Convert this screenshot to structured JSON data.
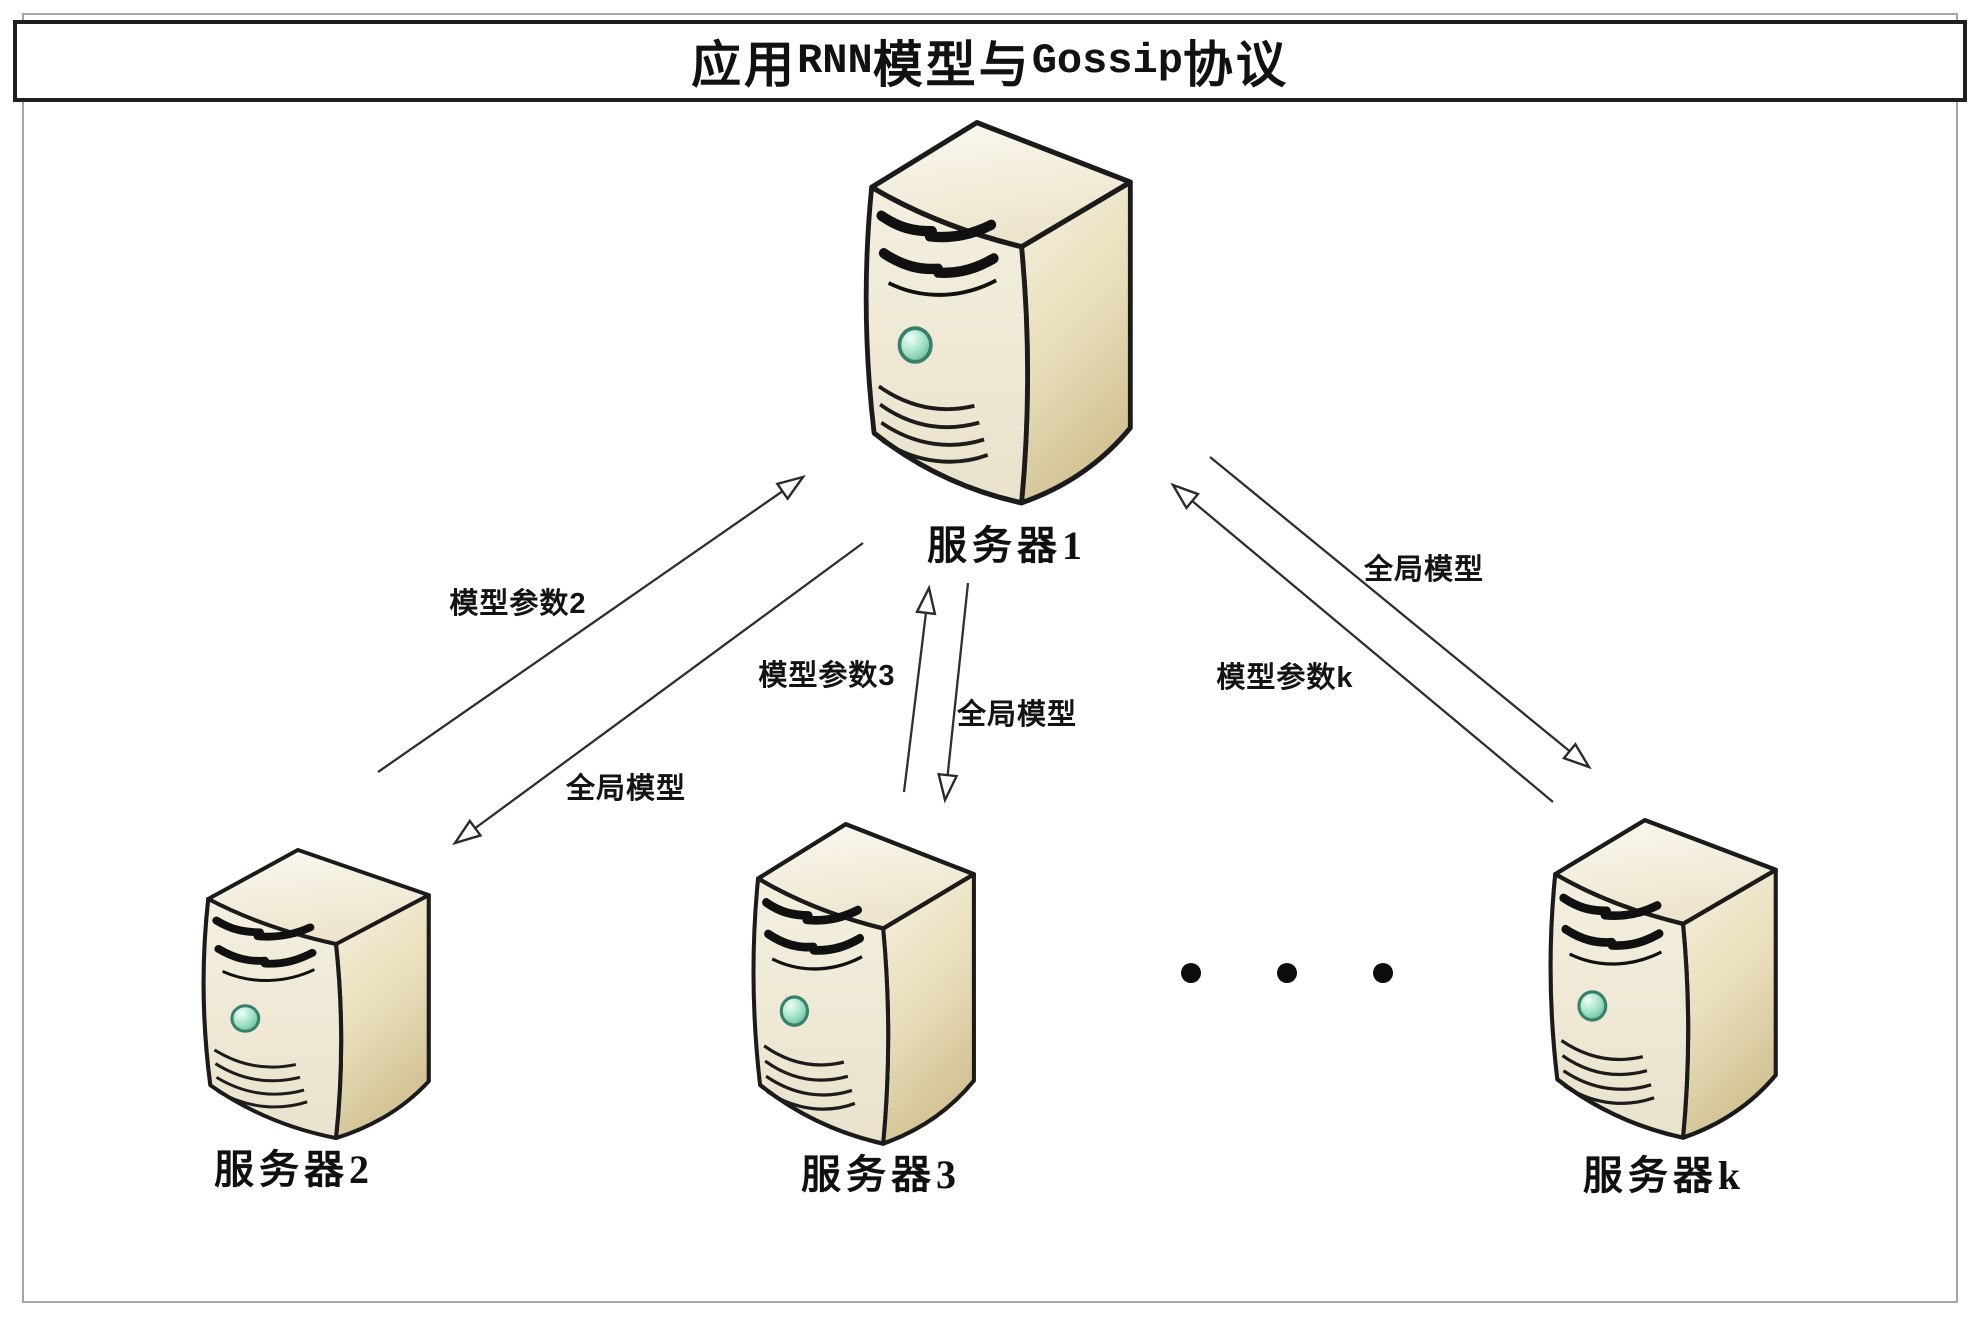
{
  "title": {
    "full": "应用RNN模型与Gossip协议",
    "parts": [
      "应用",
      "RNN",
      "模型与",
      "Gossip",
      "协议"
    ]
  },
  "servers": [
    {
      "id": "server-1",
      "label": "服务器1"
    },
    {
      "id": "server-2",
      "label": "服务器2"
    },
    {
      "id": "server-3",
      "label": "服务器3"
    },
    {
      "id": "server-k",
      "label": "服务器k"
    }
  ],
  "edges": [
    {
      "from": "server-2",
      "to": "server-1",
      "label": "模型参数2"
    },
    {
      "from": "server-1",
      "to": "server-2",
      "label": "全局模型"
    },
    {
      "from": "server-3",
      "to": "server-1",
      "label": "模型参数3"
    },
    {
      "from": "server-1",
      "to": "server-3",
      "label": "全局模型"
    },
    {
      "from": "server-k",
      "to": "server-1",
      "label": "模型参数k"
    },
    {
      "from": "server-1",
      "to": "server-k",
      "label": "全局模型"
    }
  ],
  "ellipsis_dot_count": 3,
  "colors": {
    "background": "#ffffff",
    "frame_border": "#a6a6a6",
    "title_border": "#1f1f1f",
    "line": "#2f2f2f",
    "arrowhead_fill": "#ffffff",
    "server_outline": "#1b1b1b",
    "server_front": "#efe8d5",
    "server_side_light": "#f6f1e0",
    "server_side_dark": "#d2c294",
    "server_top": "#f9f6ec",
    "power_button": "#8ed9bd",
    "dots": "#0d0d0d"
  }
}
